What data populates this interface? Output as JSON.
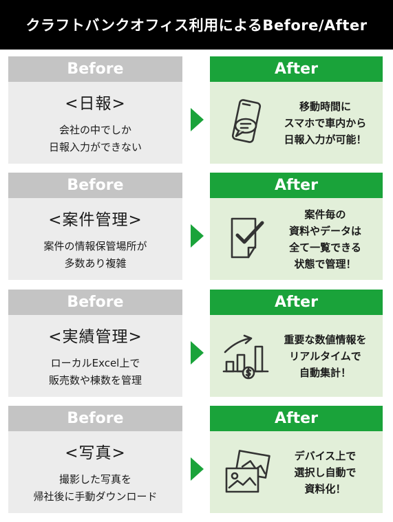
{
  "title": "クラフトバンクオフィス利用によるBefore/After",
  "sections": [
    {
      "before_label": "Before",
      "heading": "<日報>",
      "desc": "会社の中でしか\n日報入力ができない",
      "after_label": "After",
      "after_text": "移動時間に\nスマホで車内から\n日報入力が可能！",
      "icon": "smartphone-chat-icon"
    },
    {
      "before_label": "Before",
      "heading": "<案件管理>",
      "desc": "案件の情報保管場所が\n多数あり複雑",
      "after_label": "After",
      "after_text": "案件毎の\n資料やデータは\n全て一覧できる\n状態で管理！",
      "icon": "document-check-icon"
    },
    {
      "before_label": "Before",
      "heading": "<実績管理>",
      "desc": "ローカルExcel上で\n販売数や棟数を管理",
      "after_label": "After",
      "after_text": "重要な数値情報を\nリアルタイムで\n自動集計！",
      "icon": "growth-chart-icon"
    },
    {
      "before_label": "Before",
      "heading": "<写真>",
      "desc": "撮影した写真を\n帰社後に手動ダウンロード",
      "after_label": "After",
      "after_text": "デバイス上で\n選択し自動で\n資料化！",
      "icon": "photos-icon"
    }
  ]
}
